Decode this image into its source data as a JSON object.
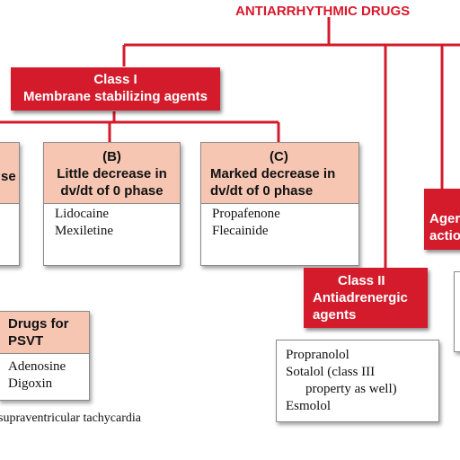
{
  "title": "ANTIARRHYTHMIC DRUGS",
  "colors": {
    "red": "#d41b2c",
    "title_red": "#d7192c",
    "salmon": "#f6c6b3",
    "border": "#8a8a8a"
  },
  "class1": {
    "line1": "Class I",
    "line2": "Membrane stabilizing agents"
  },
  "class1a": {
    "head": "se"
  },
  "class1b": {
    "letter": "(B)",
    "line1": "Little decrease in",
    "line2": "dv/dt of 0 phase",
    "drugs": [
      "Lidocaine",
      "Mexiletine"
    ]
  },
  "class1c": {
    "letter": "(C)",
    "line1": "Marked decrease in",
    "line2": "dv/dt of 0 phase",
    "drugs": [
      "Propafenone",
      "Flecainide"
    ]
  },
  "class2": {
    "line1": "Class II",
    "line2": "Antiadrenergic",
    "line3": "agents",
    "drugs": [
      "Propranolol",
      "Sotalol (class III",
      "property as well)",
      "Esmolol"
    ]
  },
  "class3": {
    "line1": "Ager",
    "line2": "actio"
  },
  "psvt": {
    "line1": "Drugs for",
    "line2": "PSVT",
    "drugs": [
      "Adenosine",
      "Digoxin"
    ]
  },
  "footnote": "supraventricular tachycardia"
}
